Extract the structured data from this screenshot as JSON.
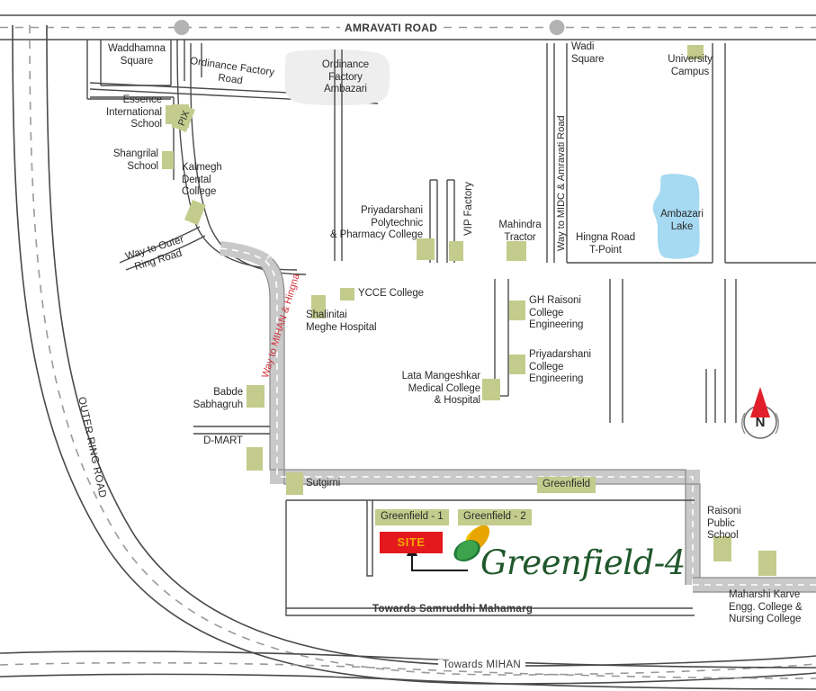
{
  "map": {
    "title": "Greenfield-4 Location Map",
    "colors": {
      "building": "#c3cc8c",
      "site": "#e3191e",
      "site_text": "#f5a800",
      "water": "#a6d9f2",
      "highway": "#c9c9c9",
      "road_line": "#4a4a4a",
      "red_text": "#d0323c",
      "brand": "#20582c"
    },
    "major_roads": [
      {
        "name": "amravati-road",
        "label": "AMRAVATI ROAD"
      },
      {
        "name": "outer-ring-road",
        "label": "OUTER RING ROAD"
      },
      {
        "name": "towards-mihan",
        "label": "Towards MIHAN"
      },
      {
        "name": "towards-samruddhi",
        "label": "Towards Samruddhi Mahamarg"
      }
    ],
    "road_labels": [
      {
        "name": "ordinance-factory-road",
        "label": "Ordinance Factory\nRoad"
      },
      {
        "name": "way-to-outer-ring-road",
        "label": "Way to Outer\nRing Road"
      },
      {
        "name": "way-to-mihan-hingna",
        "label": "Way to MIHAN & Hingna"
      },
      {
        "name": "way-to-midc-amravati-road",
        "label": "Way to MIDC & Amravati Road"
      }
    ],
    "places": [
      {
        "name": "waddhamna-square",
        "label": "Waddhamna\nSquare"
      },
      {
        "name": "ordinance-factory-ambazari",
        "label": "Ordinance\nFactory\nAmbazari"
      },
      {
        "name": "essence-international-school",
        "label": "Essence\nInternational\nSchool"
      },
      {
        "name": "shangrilal-school",
        "label": "Shangrilal\nSchool"
      },
      {
        "name": "kalmegh-dental-college",
        "label": "Kalmegh\nDental\nCollege"
      },
      {
        "name": "pix",
        "label": "PIX"
      },
      {
        "name": "priyadarshani-polytechnic-pharmacy",
        "label": "Priyadarshani\nPolytechnic\n& Pharmacy College"
      },
      {
        "name": "vip-factory",
        "label": "VIP Factory"
      },
      {
        "name": "mahindra-tractor",
        "label": "Mahindra\nTractor"
      },
      {
        "name": "wadi-square",
        "label": "Wadi\nSquare"
      },
      {
        "name": "university-campus",
        "label": "University\nCampus"
      },
      {
        "name": "ambazari-lake",
        "label": "Ambazari\nLake"
      },
      {
        "name": "hingna-road-t-point",
        "label": "Hingna Road\nT-Point"
      },
      {
        "name": "ycce-college",
        "label": "YCCE College"
      },
      {
        "name": "shalinitai-meghe-hospital",
        "label": "Shalinitai\nMeghe Hospital"
      },
      {
        "name": "gh-raisoni-college-engineering",
        "label": "GH Raisoni\nCollege\nEngineering"
      },
      {
        "name": "priyadarshani-college-engineering",
        "label": "Priyadarshani\nCollege\nEngineering"
      },
      {
        "name": "lata-mangeshkar-medical-college",
        "label": "Lata Mangeshkar\nMedical College\n& Hospital"
      },
      {
        "name": "babde-sabhagruh",
        "label": "Babde\nSabhagruh"
      },
      {
        "name": "d-mart",
        "label": "D-MART"
      },
      {
        "name": "sutgirni",
        "label": "Sutgirni"
      },
      {
        "name": "raisoni-public-school",
        "label": "Raisoni\nPublic\nSchool"
      },
      {
        "name": "maharshi-karve-college",
        "label": "Maharshi Karve\nEngg. College &\nNursing College"
      }
    ],
    "project_tags": [
      {
        "name": "greenfield",
        "label": "Greenfield"
      },
      {
        "name": "greenfield-1",
        "label": "Greenfield - 1"
      },
      {
        "name": "greenfield-2",
        "label": "Greenfield - 2"
      }
    ],
    "site_marker": {
      "name": "site-marker",
      "label": "SITE"
    },
    "brand": {
      "name": "greenfield-4-logo",
      "label": "Greenfield-4"
    },
    "compass": {
      "name": "compass-north",
      "label": "N"
    }
  }
}
